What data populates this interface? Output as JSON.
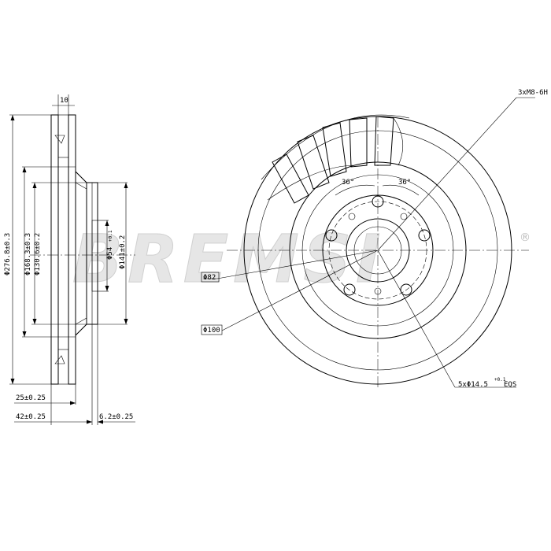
{
  "watermark": {
    "text": "BREMSI",
    "registered": "®",
    "color": "#e3e3e3"
  },
  "side_view": {
    "thickness_top": "10",
    "diameter_outer": "Φ276.8±0.3",
    "diameter_hat": "Φ168.3±0.3",
    "diameter_bore": "Φ130.6±0.2",
    "diameter_center": "Φ54",
    "diameter_center_tol": "+0.1",
    "diameter_pilot": "Φ141±0.2",
    "width_disc": "25±0.25",
    "height_total": "42±0.25",
    "hat_thickness": "6.2±0.25"
  },
  "front_view": {
    "thread": "3xM8-6H",
    "angle_left": "36°",
    "angle_right": "36°",
    "bolt_circle_small": "Φ82",
    "bolt_circle_large": "Φ100",
    "bolt_holes": "5xΦ14.5",
    "bolt_holes_tol": "+0.1",
    "bolt_holes_eqs": "EQS"
  }
}
